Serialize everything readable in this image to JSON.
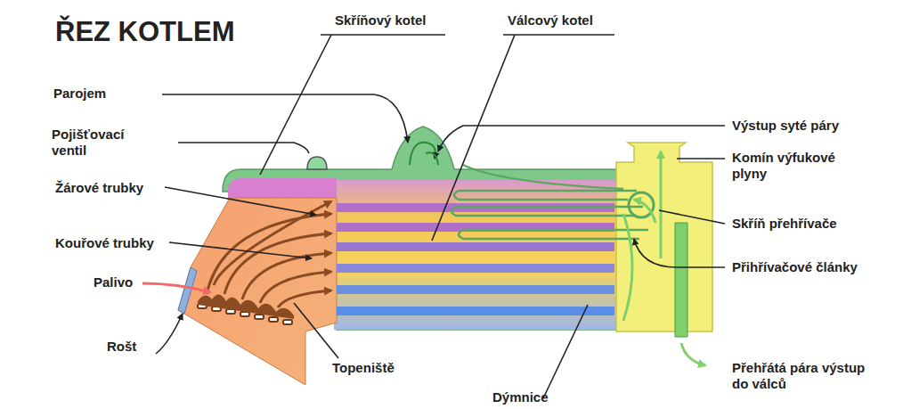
{
  "diagram": {
    "title": "ŘEZ KOTLEM",
    "labels": [
      "Skříňový kotel",
      "Válcový kotel",
      "Parojem",
      "Pojišťovací ventil",
      "Žárové trubky",
      "Kouřové trubky",
      "Palivo",
      "Rošt",
      "Topeniště",
      "Dýmnice",
      "Výstup syté páry",
      "Komín výfukové plyny",
      "Skříň přehřívače",
      "Přihřívačové články",
      "Přehřátá pára výstup do válců"
    ]
  }
}
